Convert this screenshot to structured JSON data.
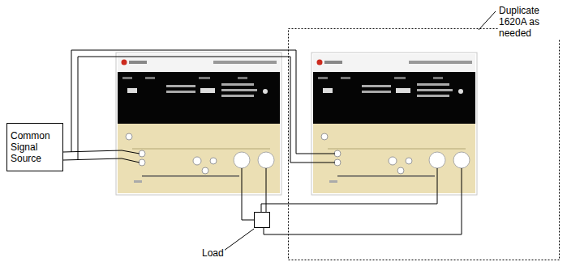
{
  "diagram": {
    "nodes": [
      {
        "text": [
          "Common Signal Source"
        ]
      }
    ],
    "labels": [
      "Duplicate 1620A as needed",
      "Load"
    ]
  }
}
